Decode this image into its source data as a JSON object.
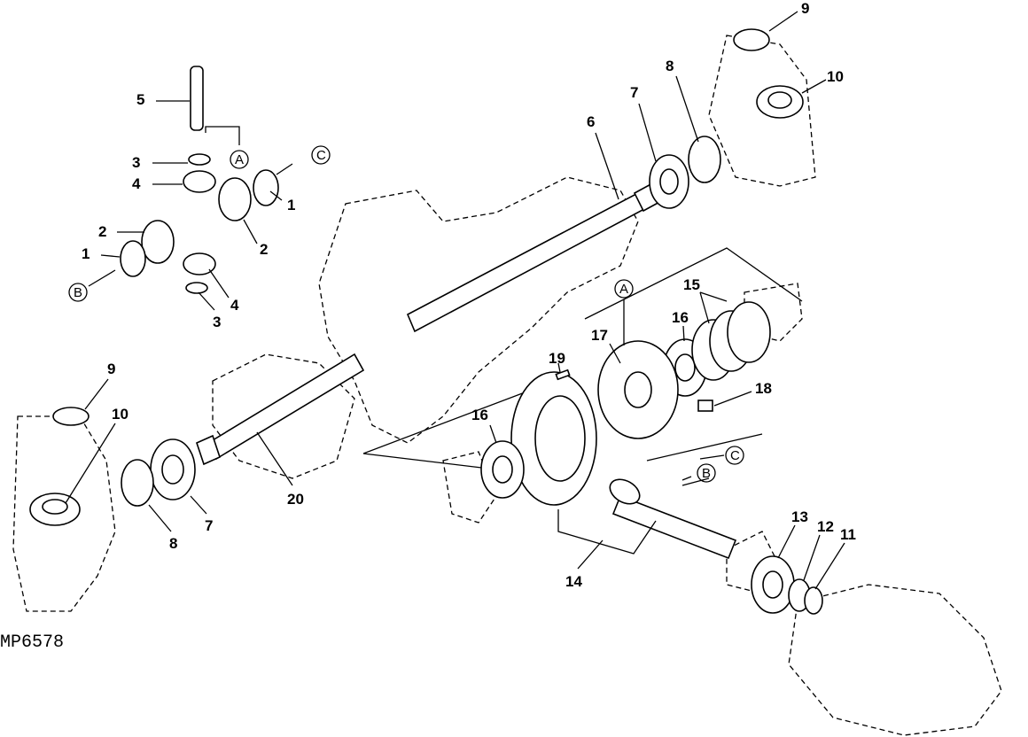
{
  "diagram": {
    "figure_code": "MP6578",
    "callouts": {
      "c9_top": "9",
      "c10_top": "10",
      "c8_top": "8",
      "c7_top": "7",
      "c6": "6",
      "c5": "5",
      "c3_a": "3",
      "c4_a": "4",
      "c1_a": "1",
      "c2_a": "2",
      "c2_b": "2",
      "c1_b": "1",
      "c4_b": "4",
      "c3_b": "3",
      "c15": "15",
      "c16_a": "16",
      "c17": "17",
      "c19": "19",
      "c18": "18",
      "c16_b": "16",
      "c14": "14",
      "c13": "13",
      "c12": "12",
      "c11": "11",
      "c9_bot": "9",
      "c10_bot": "10",
      "c20": "20",
      "c7_bot": "7",
      "c8_bot": "8"
    },
    "refs": {
      "a_left": "A",
      "c_left": "C",
      "b_left": "B",
      "a_center": "A",
      "c_right": "C",
      "b_right": "B"
    }
  }
}
